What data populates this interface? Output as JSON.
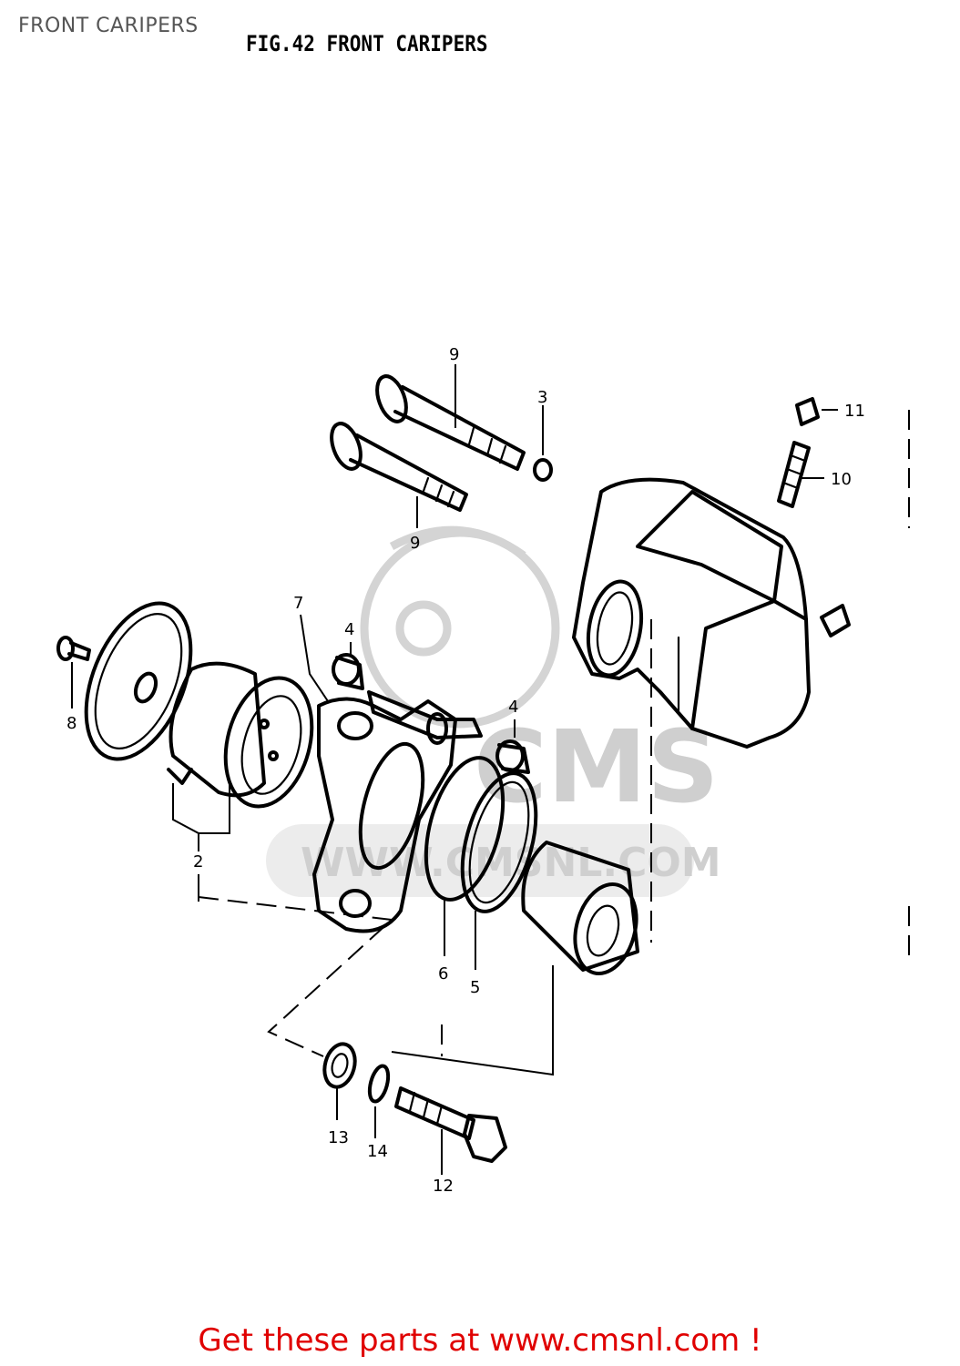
{
  "page": {
    "title": "FRONT CARIPERS",
    "figure_title": "FIG.42  FRONT CARIPERS",
    "footer_cta": "Get these parts at www.cmsnl.com !"
  },
  "watermark": {
    "logo_text": "CMS",
    "url_text": "WWW.CMSNL.COM"
  },
  "callouts": {
    "c2": "2",
    "c3": "3",
    "c4a": "4",
    "c4b": "4",
    "c5": "5",
    "c6": "6",
    "c7": "7",
    "c8": "8",
    "c9a": "9",
    "c9b": "9",
    "c10": "10",
    "c11": "11",
    "c12": "12",
    "c13": "13",
    "c14": "14"
  }
}
